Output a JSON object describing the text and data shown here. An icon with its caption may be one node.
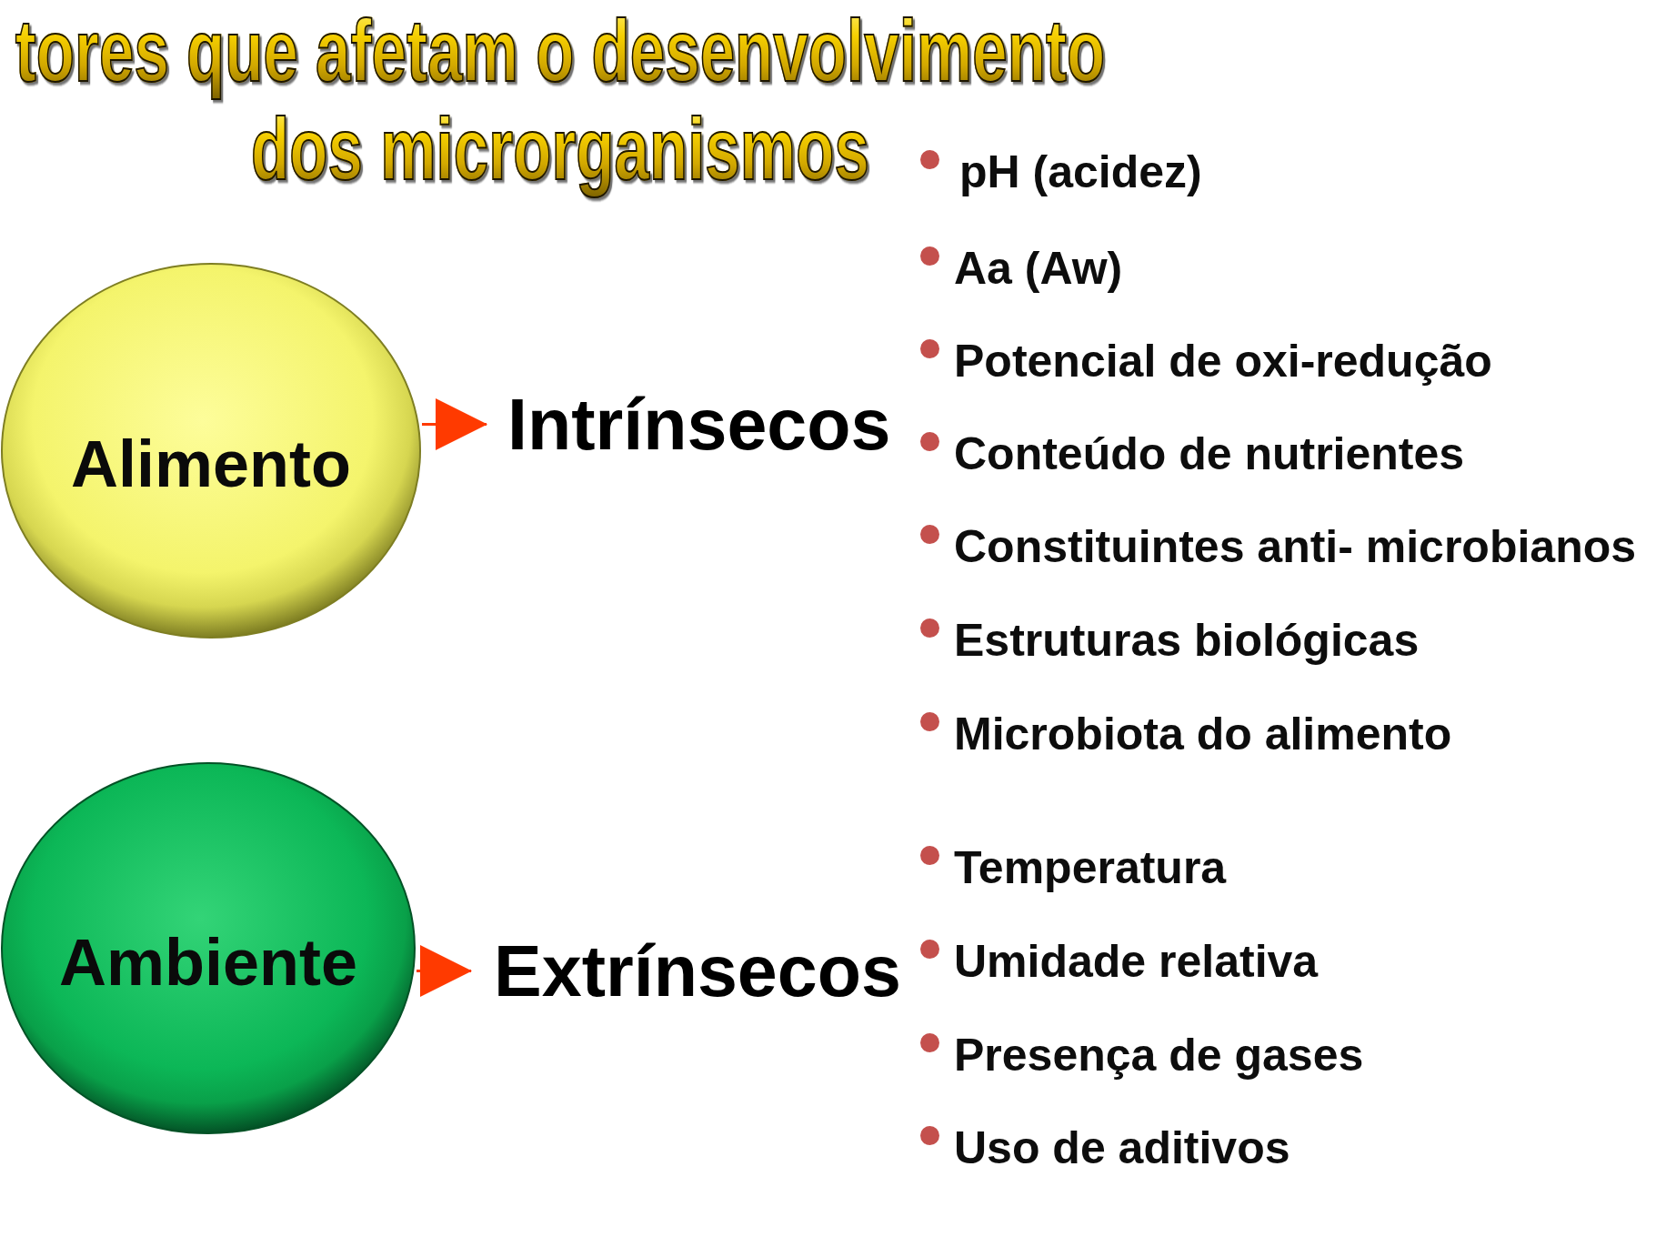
{
  "diagram": {
    "title": "tores que afetam o desenvolvimento dos microrganismos",
    "nodes": [
      {
        "text": [
          "Alimento"
        ]
      },
      {
        "text": [
          "Intrínsecos"
        ]
      },
      {
        "text": [
          "Ambiente"
        ]
      },
      {
        "text": [
          "Extrínsecos"
        ]
      }
    ],
    "edges": [
      {
        "from": 0,
        "to": 1,
        "arrow": "to"
      },
      {
        "from": 2,
        "to": 3,
        "arrow": "to"
      }
    ],
    "labels": [
      "pH (acidez)",
      "Aa (Aw)",
      "Potencial de oxi-redução",
      "Conteúdo de nutrientes",
      "Constituintes anti- microbianos",
      "Estruturas biológicas",
      "Microbiota do alimento",
      "Temperatura",
      "Umidade relativa",
      "Presença de gases",
      "Uso de aditivos"
    ]
  }
}
